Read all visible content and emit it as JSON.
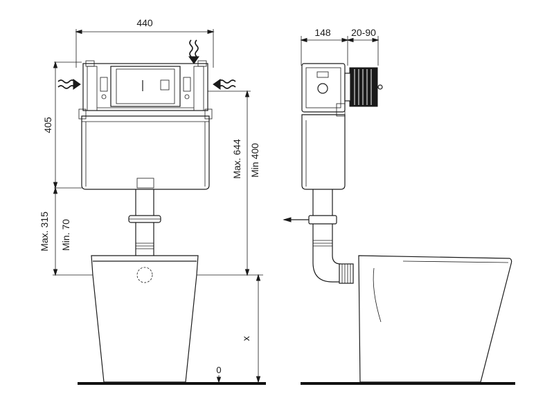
{
  "dimensions": {
    "width_440": "440",
    "height_405": "405",
    "depth_148": "148",
    "depth_adjust": "20-90",
    "drop_max": "Max. 644",
    "drop_min": "Min 400",
    "pipe_max": "Max. 315",
    "pipe_min": "Min. 70",
    "floor_x": "x",
    "floor_zero": "0"
  }
}
